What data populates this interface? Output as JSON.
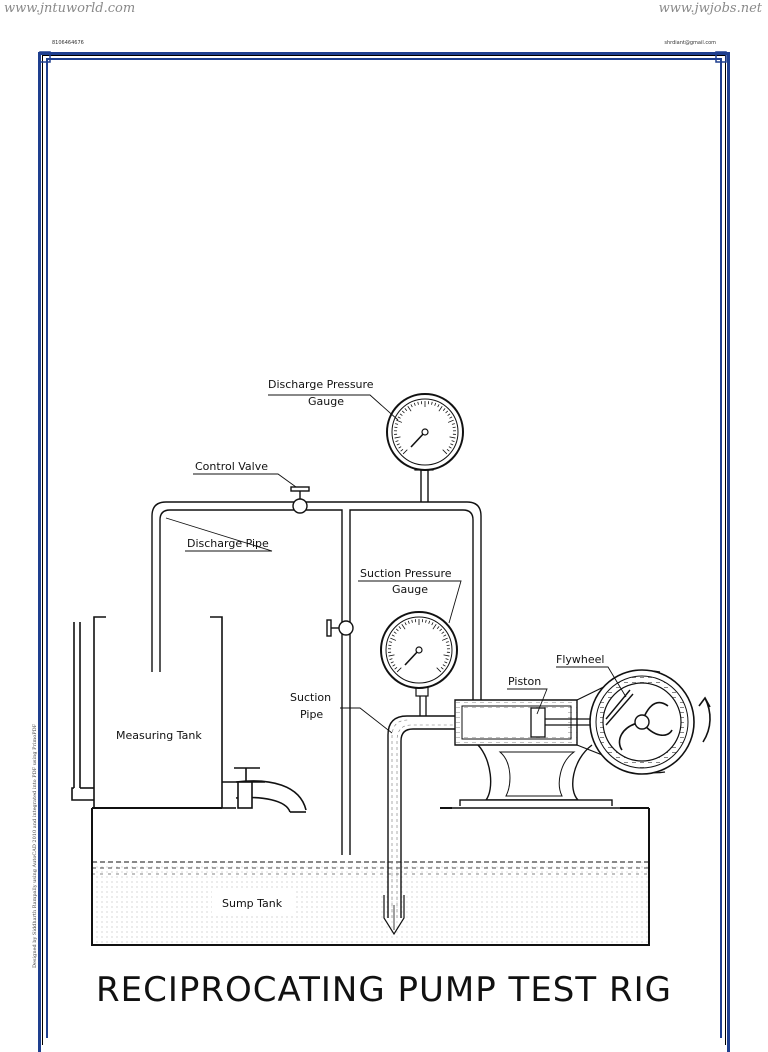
{
  "header": {
    "left_url": "www.jntuworld.com",
    "right_url": "www.jwjobs.net"
  },
  "sheet": {
    "ref_left": "8106464676",
    "ref_right": "shrdiant@gmail.com",
    "credit": "Designed by Siddharth Rampally using AutoCAD 2010 and integrated into PDF using PrimoPDF",
    "title": "RECIPROCATING PUMP TEST RIG"
  },
  "labels": {
    "discharge_pressure_gauge": [
      "Discharge Pressure",
      "Gauge"
    ],
    "control_valve": "Control Valve",
    "discharge_pipe": "Discharge Pipe",
    "suction_pressure_gauge": [
      "Suction Pressure",
      "Gauge"
    ],
    "flywheel": "Flywheel",
    "piston": "Piston",
    "suction_pipe": [
      "Suction",
      "Pipe"
    ],
    "measuring_tank": "Measuring Tank",
    "sump_tank": "Sump Tank"
  },
  "colors": {
    "frame_blue": "#1e3f8f",
    "line": "#111111"
  }
}
